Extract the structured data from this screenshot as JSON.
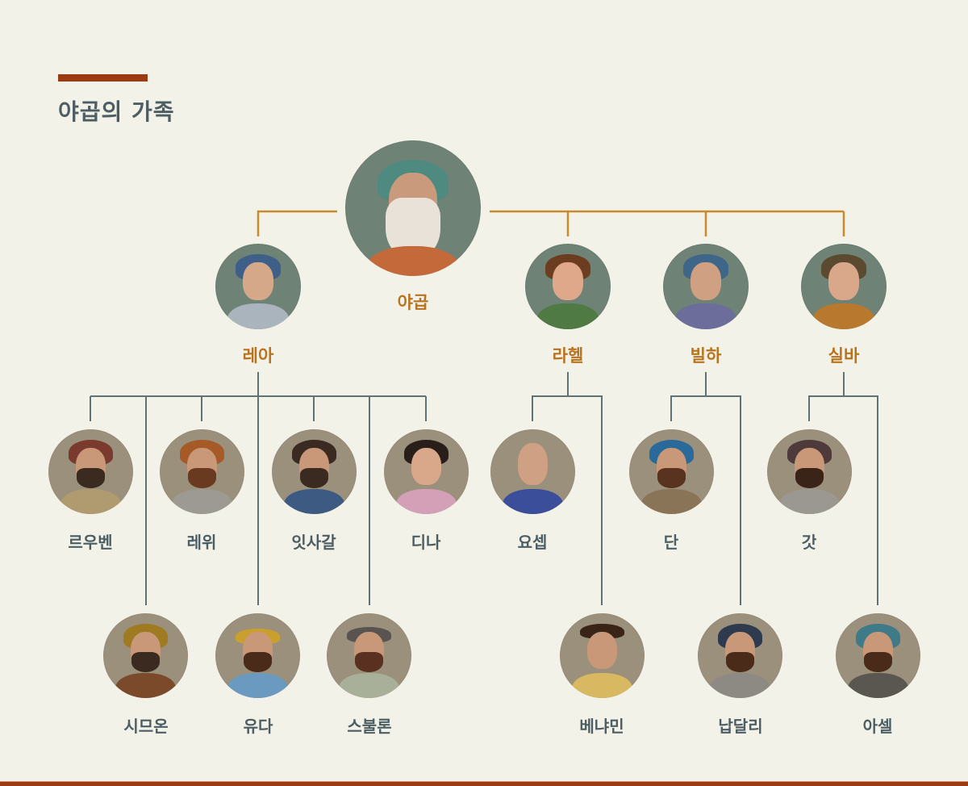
{
  "header": {
    "title": "야곱의 가족",
    "accent_color": "#9c3b12"
  },
  "colors": {
    "background": "#f3f2e8",
    "parent_line": "#c98a2e",
    "child_line": "#5f7275",
    "parent_label": "#b8731e",
    "child_label": "#4c5e64",
    "wife_portrait_bg": "#6f8276",
    "child_portrait_bg": "#9b907c"
  },
  "tree": {
    "patriarch": {
      "name": "야곱",
      "portrait": "elderly-man-white-beard-teal-turban"
    },
    "wives": [
      {
        "name": "레아",
        "portrait": "woman-blue-headscarf-brown-band",
        "children": [
          {
            "name": "르우벤",
            "row": 1,
            "portrait": "man-red-turban-beard"
          },
          {
            "name": "시므온",
            "row": 2,
            "portrait": "man-mustard-turban-beard"
          },
          {
            "name": "레위",
            "row": 1,
            "portrait": "man-orange-turban-beard"
          },
          {
            "name": "유다",
            "row": 2,
            "portrait": "man-yellow-headband-beard"
          },
          {
            "name": "잇사갈",
            "row": 1,
            "portrait": "man-dark-hair-beard-blue-robe"
          },
          {
            "name": "스불론",
            "row": 2,
            "portrait": "man-gray-headband-beard"
          },
          {
            "name": "디나",
            "row": 1,
            "portrait": "woman-gold-circlet-pink-robe"
          }
        ]
      },
      {
        "name": "라헬",
        "portrait": "woman-brown-veil-green-robe",
        "children": [
          {
            "name": "요셉",
            "row": 1,
            "portrait": "bald-man-egyptian-collar"
          },
          {
            "name": "베냐민",
            "row": 2,
            "portrait": "young-man-curly-hair-headband"
          }
        ]
      },
      {
        "name": "빌하",
        "portrait": "woman-blue-striped-scarf-purple-robe",
        "children": [
          {
            "name": "단",
            "row": 1,
            "portrait": "man-blue-turban-beard"
          },
          {
            "name": "납달리",
            "row": 2,
            "portrait": "man-dark-blue-turban-beard"
          }
        ]
      },
      {
        "name": "실바",
        "portrait": "woman-gold-headband-green-veil",
        "children": [
          {
            "name": "갓",
            "row": 1,
            "portrait": "man-striped-headband-beard"
          },
          {
            "name": "아셀",
            "row": 2,
            "portrait": "man-teal-cap-beard"
          }
        ]
      }
    ]
  }
}
